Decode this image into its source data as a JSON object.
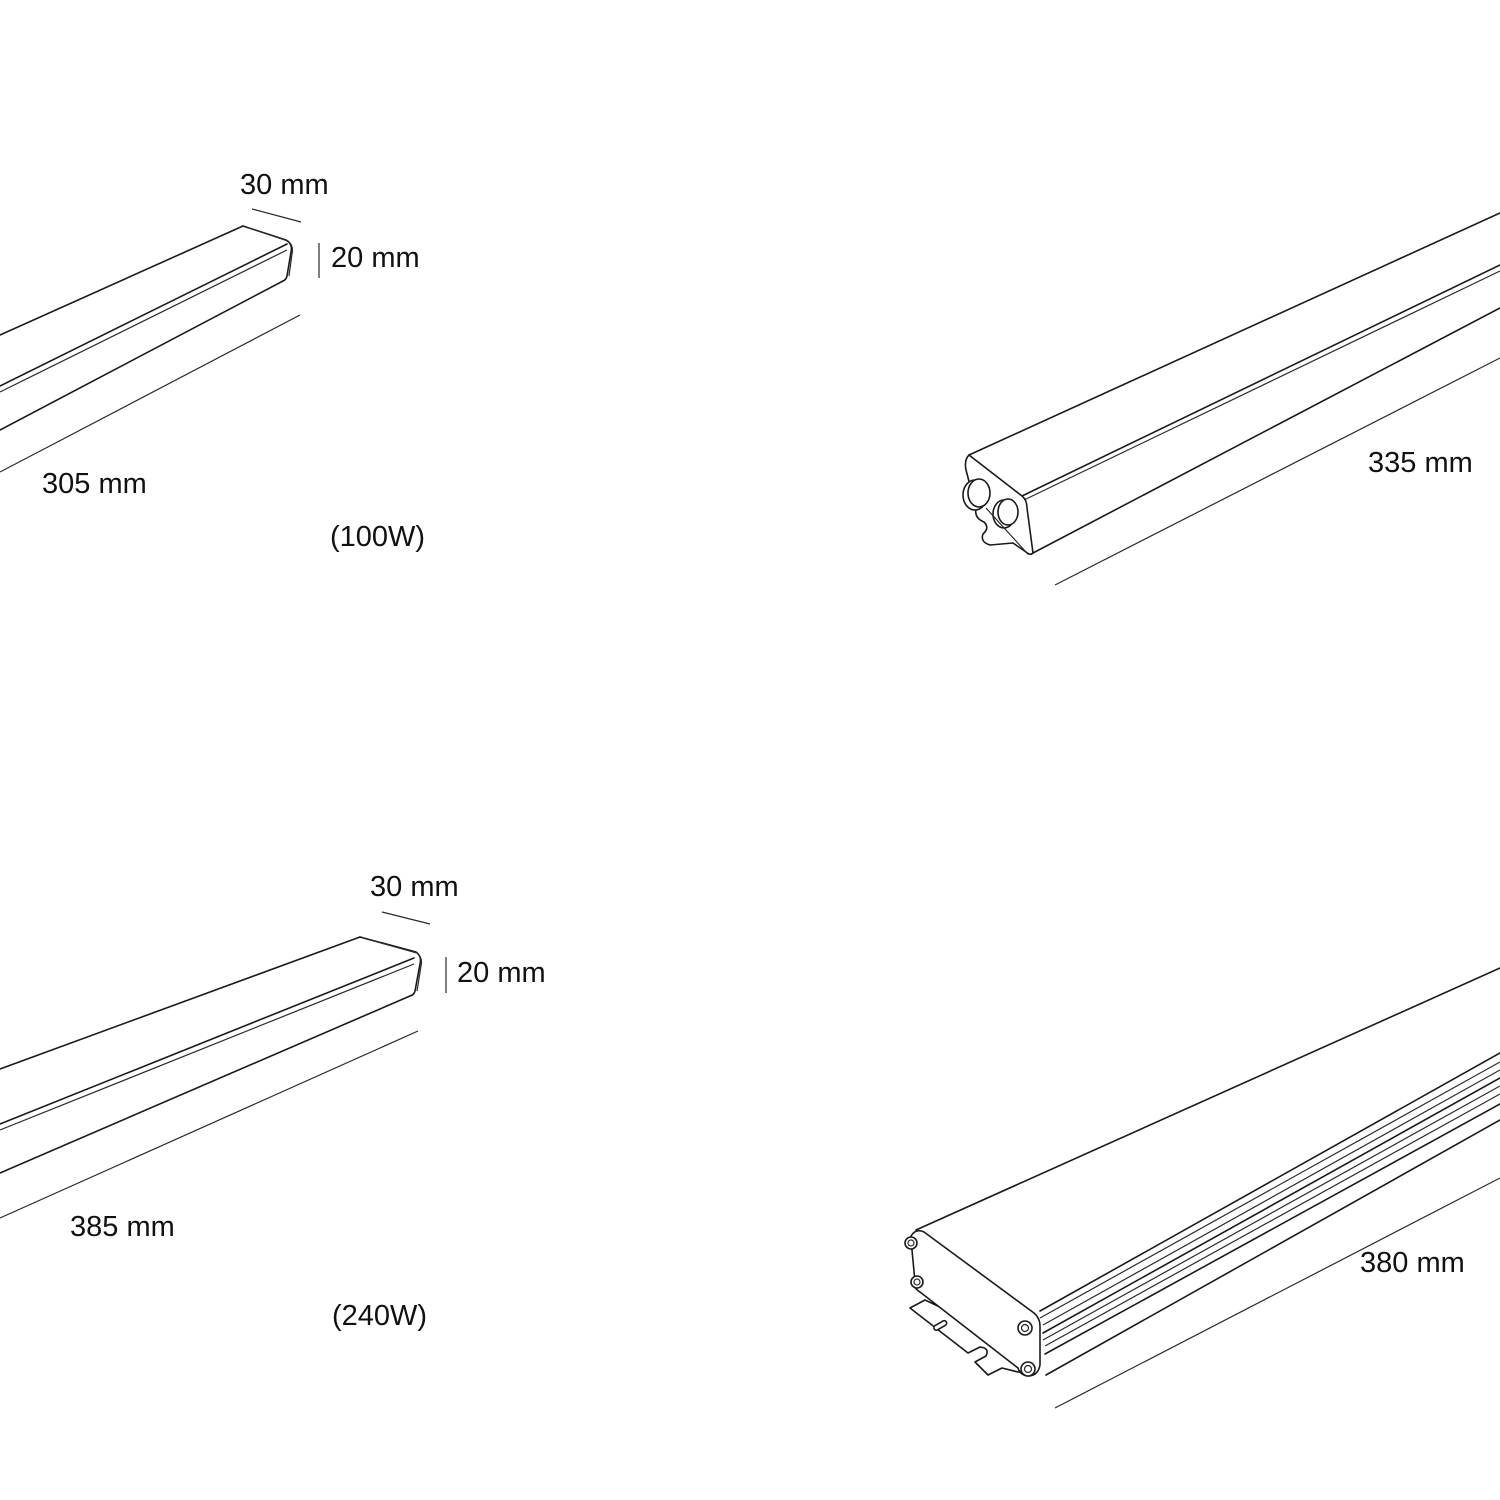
{
  "figures": [
    {
      "id": "driver-100w",
      "width_label": "30 mm",
      "height_label": "20 mm",
      "length_label": "305 mm",
      "power_label": "(100W)"
    },
    {
      "id": "driver-side-view-1",
      "length_label": "335 mm"
    },
    {
      "id": "driver-240w",
      "width_label": "30 mm",
      "height_label": "20 mm",
      "length_label": "385 mm",
      "power_label": "(240W)"
    },
    {
      "id": "driver-side-view-2",
      "length_label": "380 mm"
    }
  ],
  "colors": {
    "line": "#1a1a1a",
    "background": "#ffffff"
  }
}
